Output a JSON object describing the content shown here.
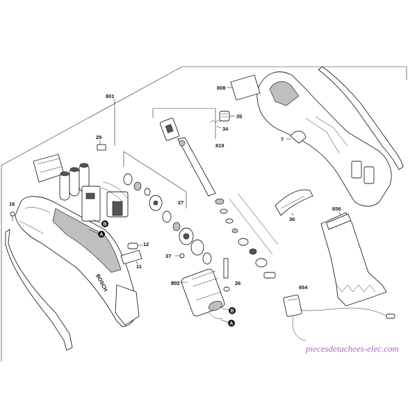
{
  "labels": {
    "l801": "801",
    "l808": "808",
    "l35": "35",
    "l34": "34",
    "l819": "819",
    "l7": "7",
    "l29": "29",
    "l27": "27",
    "l16": "16",
    "l36": "36",
    "l656": "656",
    "l12": "12",
    "l11": "11",
    "l37": "37",
    "l802": "802",
    "l26": "26",
    "l654": "654",
    "callout_a1": "A",
    "callout_b1": "B",
    "callout_a2": "A",
    "callout_b2": "B",
    "brand": "BOSCH"
  },
  "watermark": "piecesdetachees-elec.com",
  "colors": {
    "line": "#222222",
    "watermark": "#9a3fb0"
  }
}
